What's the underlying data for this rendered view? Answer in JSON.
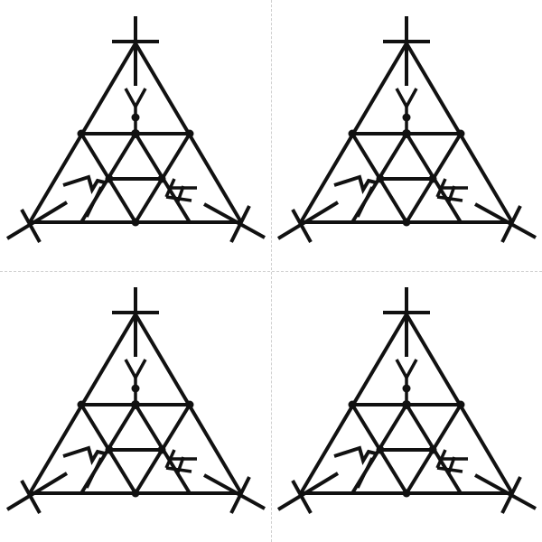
{
  "figure": {
    "stroke_color": "#111111",
    "background_color": "#ffffff",
    "divider_color": "#cfcfcf",
    "symbol_icon": "triangle-sigil-icon",
    "tiles": [
      {
        "id": "top-left"
      },
      {
        "id": "top-right"
      },
      {
        "id": "bottom-left"
      },
      {
        "id": "bottom-right"
      }
    ]
  }
}
